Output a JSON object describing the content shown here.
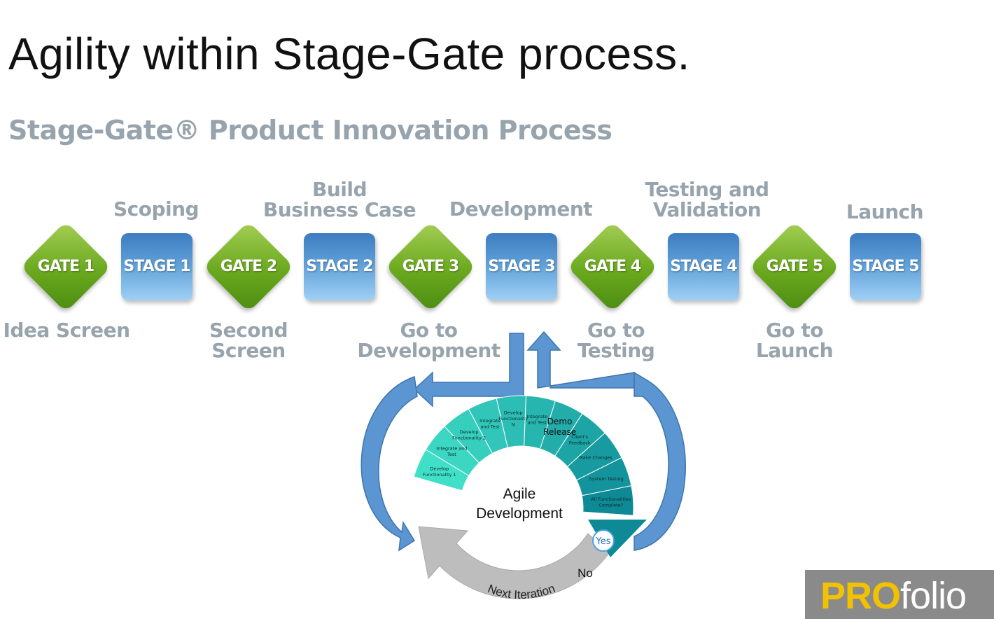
{
  "title": "Agility within Stage-Gate process.",
  "subtitle": "Stage-Gate® Product Innovation Process",
  "process": {
    "gates": [
      {
        "label": "GATE 1",
        "caption": "Idea Screen"
      },
      {
        "label": "GATE 2",
        "caption": "Second\nScreen"
      },
      {
        "label": "GATE 3",
        "caption": "Go to\nDevelopment"
      },
      {
        "label": "GATE 4",
        "caption": "Go to\nTesting"
      },
      {
        "label": "GATE 5",
        "caption": "Go to\nLaunch"
      }
    ],
    "stages": [
      {
        "label": "STAGE 1",
        "heading": "Scoping"
      },
      {
        "label": "STAGE 2",
        "heading": "Build\nBusiness Case"
      },
      {
        "label": "STAGE 3",
        "heading": "Development"
      },
      {
        "label": "STAGE 4",
        "heading": "Testing and\nValidation"
      },
      {
        "label": "STAGE 5",
        "heading": "Launch"
      }
    ]
  },
  "agile": {
    "center_line1": "Agile",
    "center_line2": "Development",
    "segments": [
      {
        "line1": "Develop",
        "line2": "Functionality 1",
        "line3": ""
      },
      {
        "line1": "Integrate and",
        "line2": "Test",
        "line3": ""
      },
      {
        "line1": "Develop",
        "line2": "Functionality 2",
        "line3": ""
      },
      {
        "line1": "Integrate",
        "line2": "and Test",
        "line3": ""
      },
      {
        "line1": "Develop",
        "line2": "Functionality",
        "line3": "N"
      },
      {
        "line1": "Integrate",
        "line2": "and Test",
        "line3": ""
      },
      {
        "line1": "Demo",
        "line2": "Release",
        "line3": ""
      },
      {
        "line1": "Client's",
        "line2": "Feedback",
        "line3": ""
      },
      {
        "line1": "Make Changes",
        "line2": "",
        "line3": ""
      },
      {
        "line1": "System Testing",
        "line2": "",
        "line3": ""
      },
      {
        "line1": "All Functionalities",
        "line2": "Complete?",
        "line3": ""
      }
    ],
    "yes_label": "Yes",
    "no_label": "No",
    "next_iteration": "Next Iteration"
  },
  "logo": {
    "prefix": "PRO",
    "suffix": "folio"
  },
  "colors": {
    "gate_green": "#6aa81e",
    "stage_blue": "#5e9fd8",
    "label_gray": "#97a4ad",
    "arrow_blue": "#5b96d2",
    "ring_light": "#40e0c8",
    "ring_dark": "#0e8a96",
    "iteration_gray": "#bdbdbd",
    "logo_yellow": "#f2c200",
    "logo_bg": "#8a8a8a"
  }
}
